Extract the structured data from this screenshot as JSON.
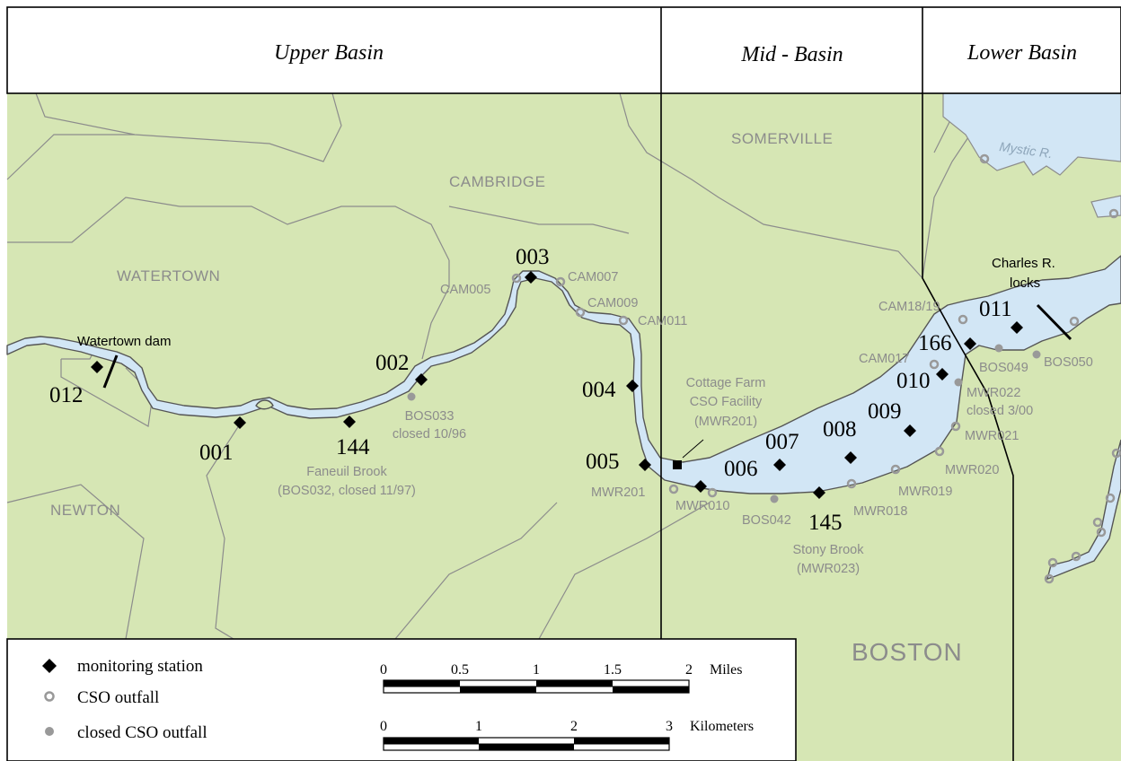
{
  "basins": {
    "upper": "Upper Basin",
    "mid": "Mid - Basin",
    "lower": "Lower Basin"
  },
  "towns": {
    "somerville": "SOMERVILLE",
    "cambridge": "CAMBRIDGE",
    "watertown": "WATERTOWN",
    "newton": "NEWTON",
    "boston": "BOSTON"
  },
  "water_labels": {
    "mystic": "Mystic R."
  },
  "features": {
    "watertown_dam": "Watertown dam",
    "locks_line1": "Charles R.",
    "locks_line2": "locks",
    "cottage_farm_line1": "Cottage Farm",
    "cottage_farm_line2": "CSO Facility",
    "cottage_farm_line3": "(MWR201)",
    "faneuil_line1": "Faneuil Brook",
    "faneuil_line2": "(BOS032, closed 11/97)",
    "bos033_line1": "BOS033",
    "bos033_line2": "closed 10/96",
    "stony_line1": "Stony Brook",
    "stony_line2": "(MWR023)",
    "mwr022_line1": "MWR022",
    "mwr022_line2": "closed 3/00"
  },
  "stations": [
    "012",
    "001",
    "144",
    "002",
    "003",
    "004",
    "005",
    "006",
    "007",
    "008",
    "009",
    "010",
    "166",
    "011",
    "145"
  ],
  "outfalls": [
    "CAM005",
    "CAM007",
    "CAM009",
    "CAM011",
    "CAM18/19",
    "CAM017",
    "BOS049",
    "BOS050",
    "MWR021",
    "MWR020",
    "MWR019",
    "MWR018",
    "BOS042",
    "MWR010",
    "MWR201"
  ],
  "legend": {
    "monitoring_station": "monitoring station",
    "cso_outfall": "CSO outfall",
    "closed_cso_outfall": "closed CSO outfall"
  },
  "scales": {
    "miles": {
      "ticks": [
        "0",
        "0.5",
        "1",
        "1.5",
        "2"
      ],
      "unit": "Miles"
    },
    "km": {
      "ticks": [
        "0",
        "1",
        "2",
        "3"
      ],
      "unit": "Kilometers"
    }
  },
  "colors": {
    "land": "#d6e6b4",
    "water": "#d2e6f5",
    "boundary": "#8c8c8c",
    "outfall": "#999999"
  }
}
